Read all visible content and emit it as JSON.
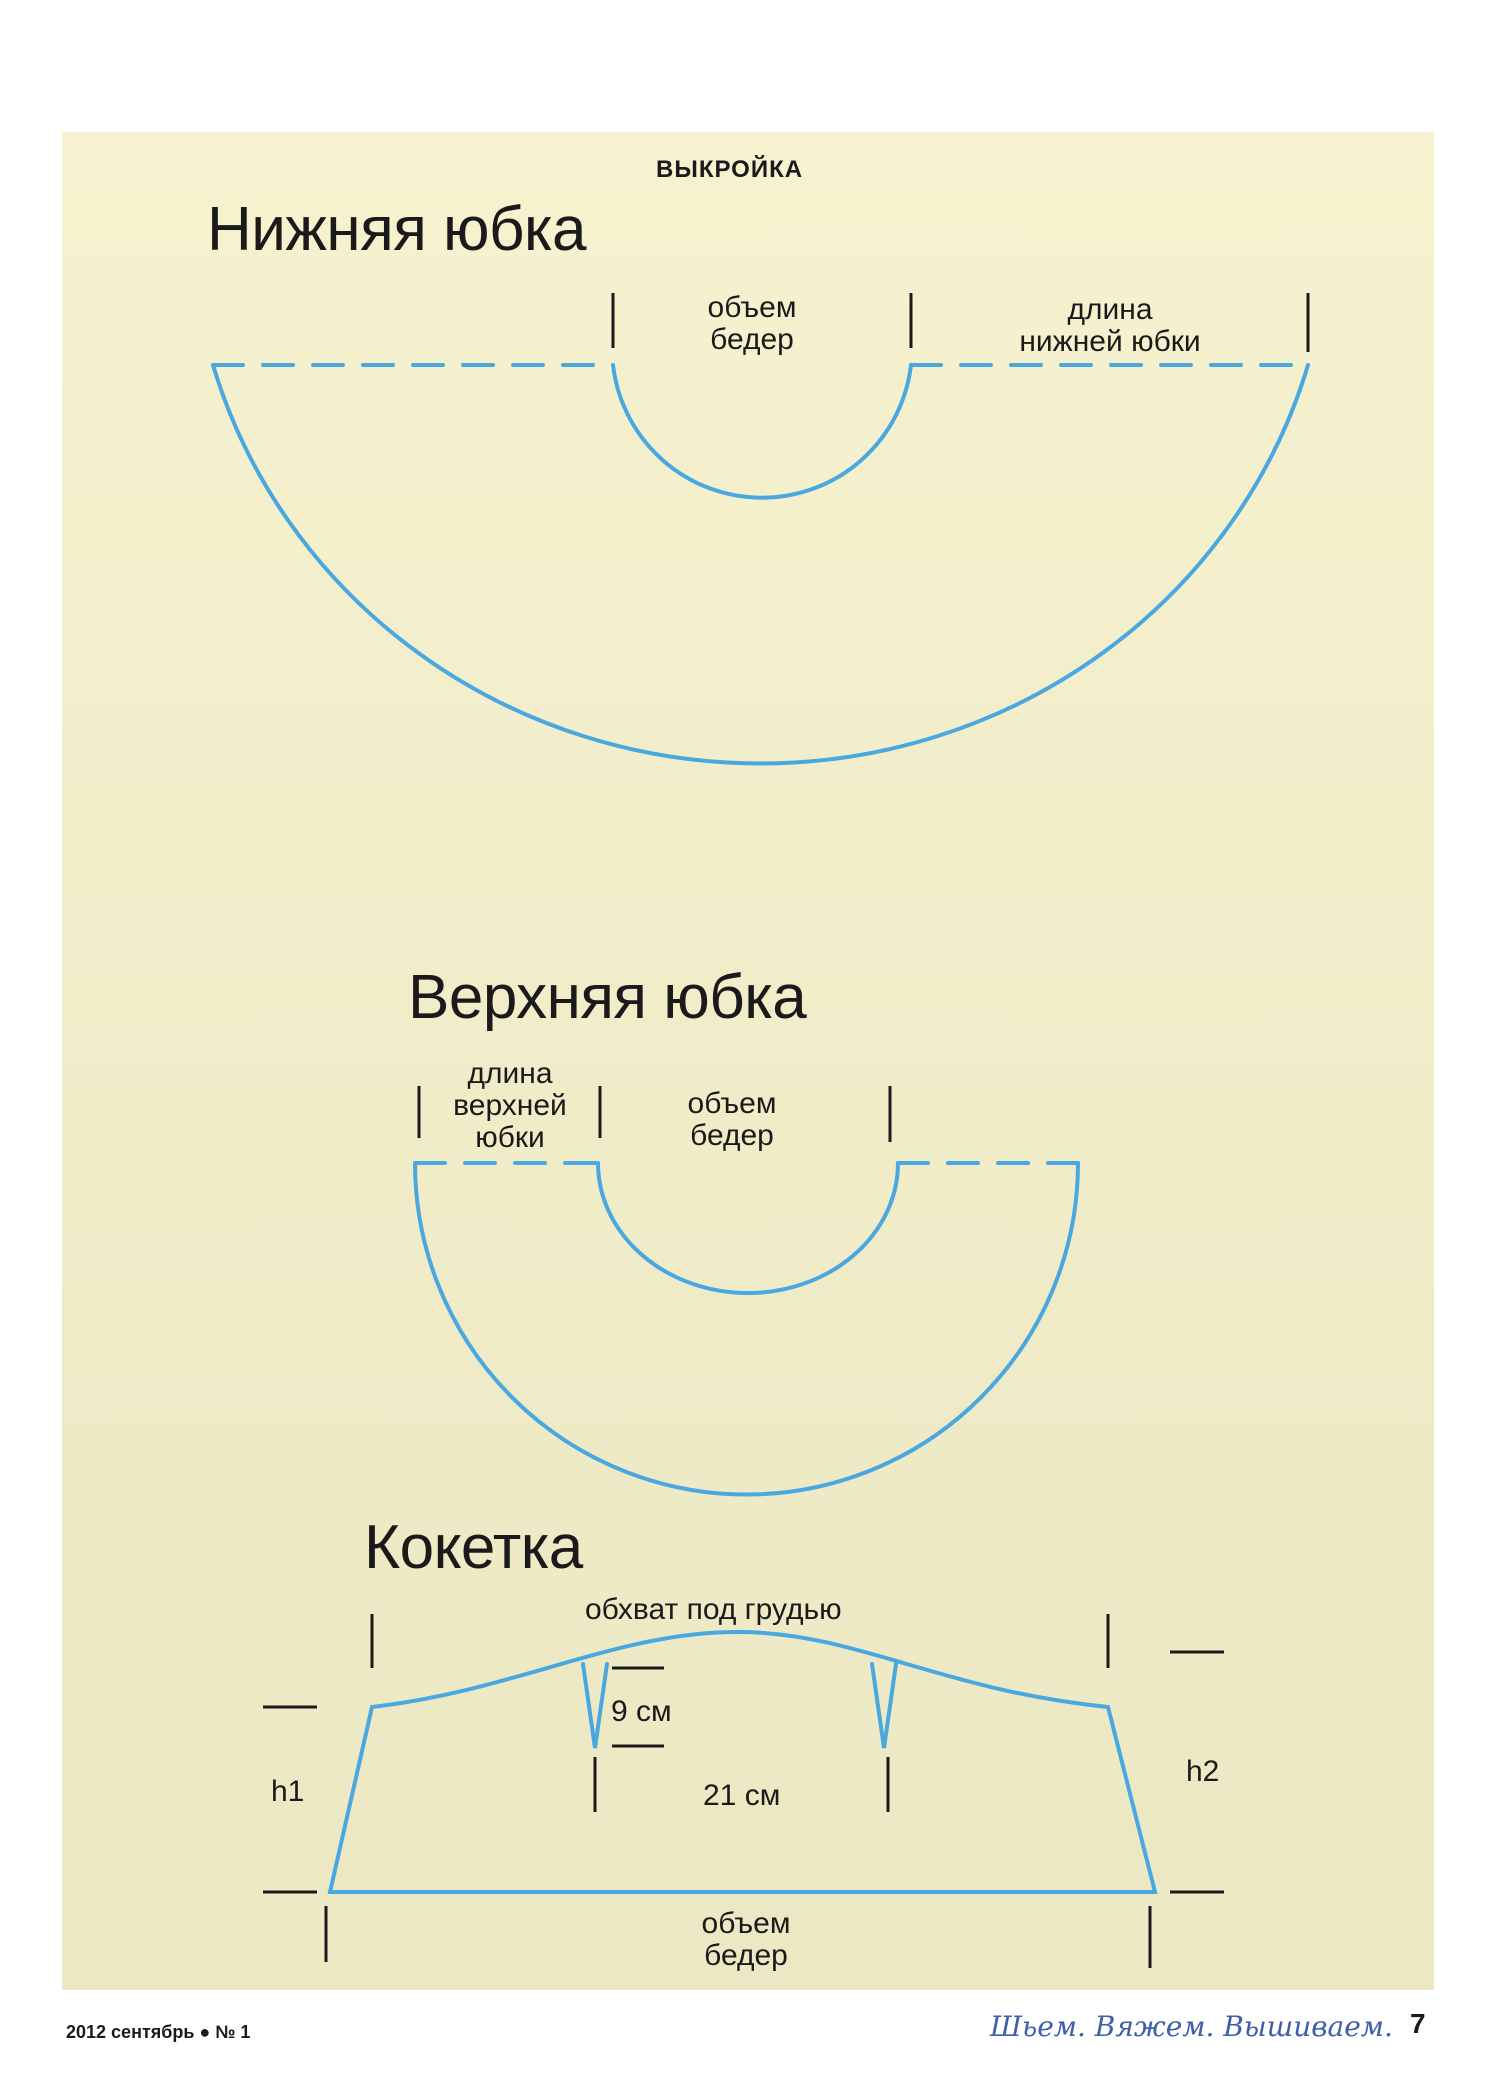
{
  "header": {
    "section": "ВЫКРОЙКА"
  },
  "colors": {
    "line": "#4aa8e0",
    "paper": "#f6f2cf",
    "brand": "#3f5fa8"
  },
  "lower_skirt": {
    "title": "Нижняя юбка",
    "hips_label": [
      "объем",
      "бедер"
    ],
    "length_label": [
      "длина",
      "нижней юбки"
    ]
  },
  "upper_skirt": {
    "title": "Верхняя юбка",
    "length_label": [
      "длина",
      "верхней",
      "юбки"
    ],
    "hips_label": [
      "объем",
      "бедер"
    ]
  },
  "yoke": {
    "title": "Кокетка",
    "underbust_label": "обхват под грудью",
    "dart_depth_label": "9 см",
    "dart_spacing_label": "21 см",
    "h1_label": "h1",
    "h2_label": "h2",
    "hips_label": [
      "объем",
      "бедер"
    ]
  },
  "footer": {
    "issue": "2012 сентябрь ● № 1",
    "brand": "Шьем. Вяжем. Вышиваем.",
    "page_number": "7"
  }
}
